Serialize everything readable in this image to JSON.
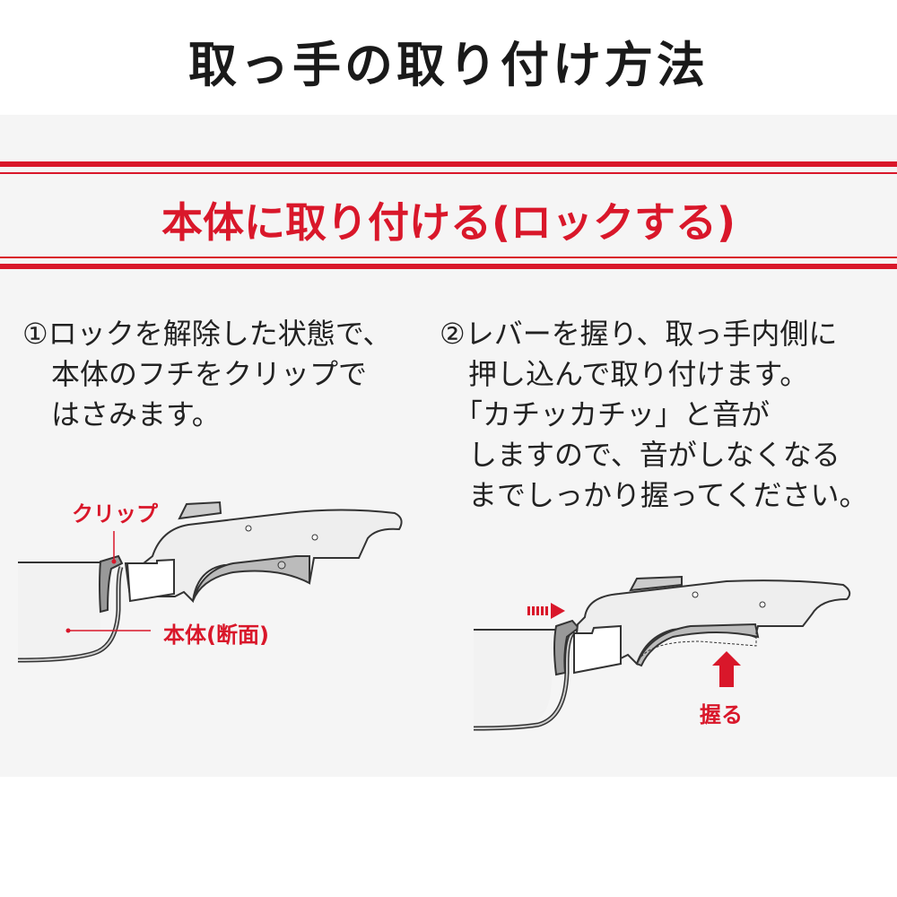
{
  "title": "取っ手の取り付け方法",
  "section_heading": "本体に取り付ける(ロックする)",
  "steps": [
    {
      "lines": [
        "①ロックを解除した状態で、",
        "　本体のフチをクリップで",
        "　はさみます。"
      ]
    },
    {
      "lines": [
        "②レバーを握り、取っ手内側に",
        "　押し込んで取り付けます。",
        "　「カチッカチッ」と音が",
        "　しますので、音がしなくなる",
        "　までしっかり握ってください。"
      ]
    }
  ],
  "figure1": {
    "clip_label": "クリップ",
    "body_label": "本体(断面)"
  },
  "figure2": {
    "grip_label": "握る"
  },
  "colors": {
    "accent": "#d9172a",
    "panel": "#f5f5f5"
  }
}
